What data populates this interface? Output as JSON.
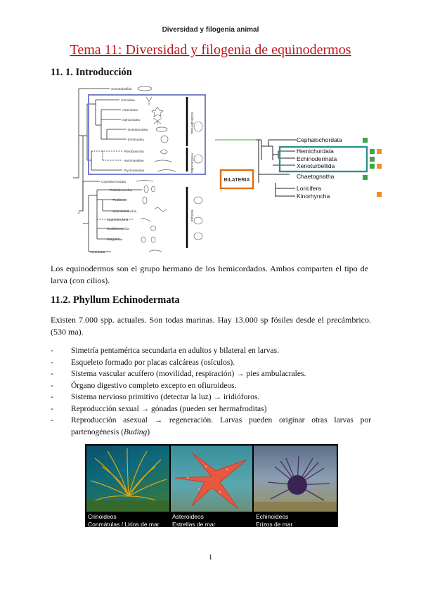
{
  "header": "Diversidad y filogenia animal",
  "title": "Tema 11: Diversidad y filogenia de equinodermos",
  "section1": "11. 1. Introducción",
  "tree_left": {
    "taxa": [
      "Xenoturbellida",
      "Crinoidea",
      "Asteroidea",
      "Ophiuroidea",
      "Holothuroidea",
      "Echinoidea",
      "Pterobranchia",
      "Harrimaniidae",
      "Ptychoderidae",
      "Cephalochordata",
      "Phlebobranchia",
      "Thaliacea",
      "Aplousobranchia",
      "Appendicularia",
      "Stolidobranchia",
      "Molgulidae",
      "Vertebrata"
    ],
    "groups": [
      "Echinodermata",
      "Hemichordata",
      "Tunicata"
    ]
  },
  "tree_right": {
    "taxa": [
      "Cephalochordata",
      "Hemichordata",
      "Echinodermata",
      "Xenoturbellida",
      "Chaetognatha",
      "Loricifera",
      "Kinorhyncha"
    ],
    "bilateria": "BILATERIA"
  },
  "intro_text": "Los equinodermos son el grupo hermano de los hemicordados. Ambos comparten el tipo de larva (con cilios).",
  "section2": "11.2. Phyllum Echinodermata",
  "para2": "Existen 7.000 spp. actuales. Son todas marinas. Hay 13.000 sp fósiles desde el precámbrico. (530 ma).",
  "bullets": [
    "Simetría pentamérica secundaria en adultos y bilateral en larvas.",
    "Esqueleto formado por placas calcáreas (osículos).",
    "Sistema vascular acuífero (movilidad, respiración) → pies ambulacrales.",
    "Órgano digestivo completo excepto en ofiuroideos.",
    "Sistema nervioso primitivo (detectar la luz) → iridióforos.",
    "Reproducción sexual → gónadas (pueden ser hermafroditas)"
  ],
  "bullet_last": {
    "text": "Reproducción asexual → regeneración. Larvas pueden originar otras larvas por partenogénesis (",
    "italic": "Buding",
    "end": ")"
  },
  "photos": [
    {
      "name": "Crinoideos",
      "common": "Conmátulas / Lirios de mar"
    },
    {
      "name": "Asteroideos",
      "common": "Estrellas de mar"
    },
    {
      "name": "Echinoideos",
      "common": "Erizos de mar"
    }
  ],
  "page_number": "1",
  "colors": {
    "title": "#c0161b",
    "echino_box": "#7b7fcf",
    "bilateria_box": "#e36c09",
    "hemi_box": "#2f8f8a",
    "green_square": "#3fa34d",
    "orange_square": "#f28c28"
  }
}
